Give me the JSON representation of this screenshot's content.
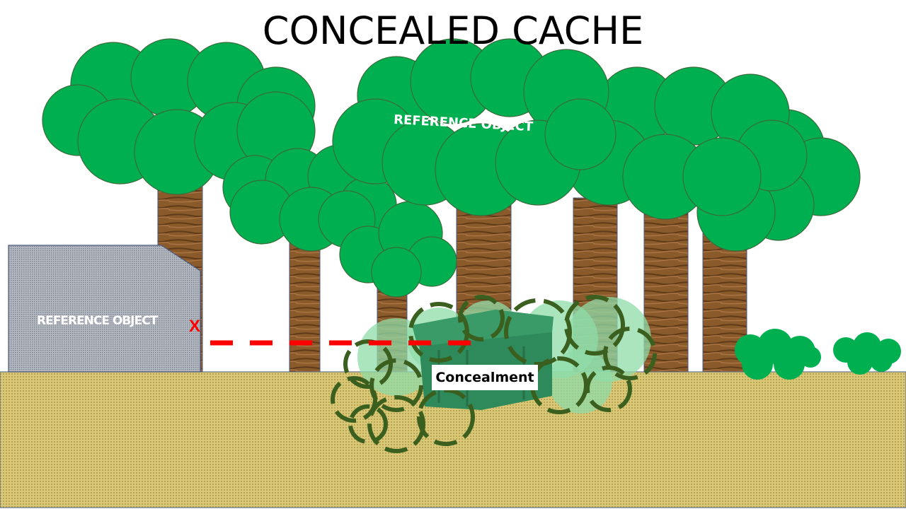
{
  "title": "CONCEALED CACHE",
  "labels": {
    "reference_object_building": "REFERENCE OBJECT",
    "reference_object_tree": "REFERENCE OBJECT",
    "marker": "X",
    "concealment": "Concealment"
  },
  "colors": {
    "foliage": "#00b050",
    "trunk": "#8b5a2b",
    "ground": "#d9c878",
    "building": "#9aa0aa",
    "line": "#ff0000",
    "bush_outline": "#3a5f1e"
  }
}
